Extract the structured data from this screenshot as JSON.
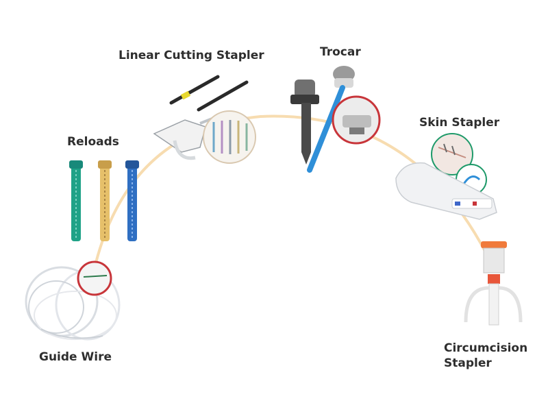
{
  "products": [
    {
      "id": "guide-wire",
      "label": "Guide Wire"
    },
    {
      "id": "reloads",
      "label": "Reloads"
    },
    {
      "id": "linear-cutting-stapler",
      "label": "Linear Cutting Stapler"
    },
    {
      "id": "trocar",
      "label": "Trocar"
    },
    {
      "id": "skin-stapler",
      "label": "Skin Stapler"
    },
    {
      "id": "circumcision-stapler",
      "label": "Circumcision Stapler",
      "lines": [
        "Circumcision",
        "Stapler"
      ]
    }
  ],
  "colors": {
    "arc": "#f7dcb0",
    "zoom_ring": "#c8353a",
    "reload_green": "#1fa287",
    "reload_yellow": "#e6c06a",
    "reload_blue": "#2f6fc2",
    "trocar_blue": "#2f8fd8",
    "stapler_black": "#2a2a2a",
    "stapler_yellow": "#e8d82e",
    "accent_orange": "#f07a3a",
    "label_text": "#2e2e2e"
  }
}
